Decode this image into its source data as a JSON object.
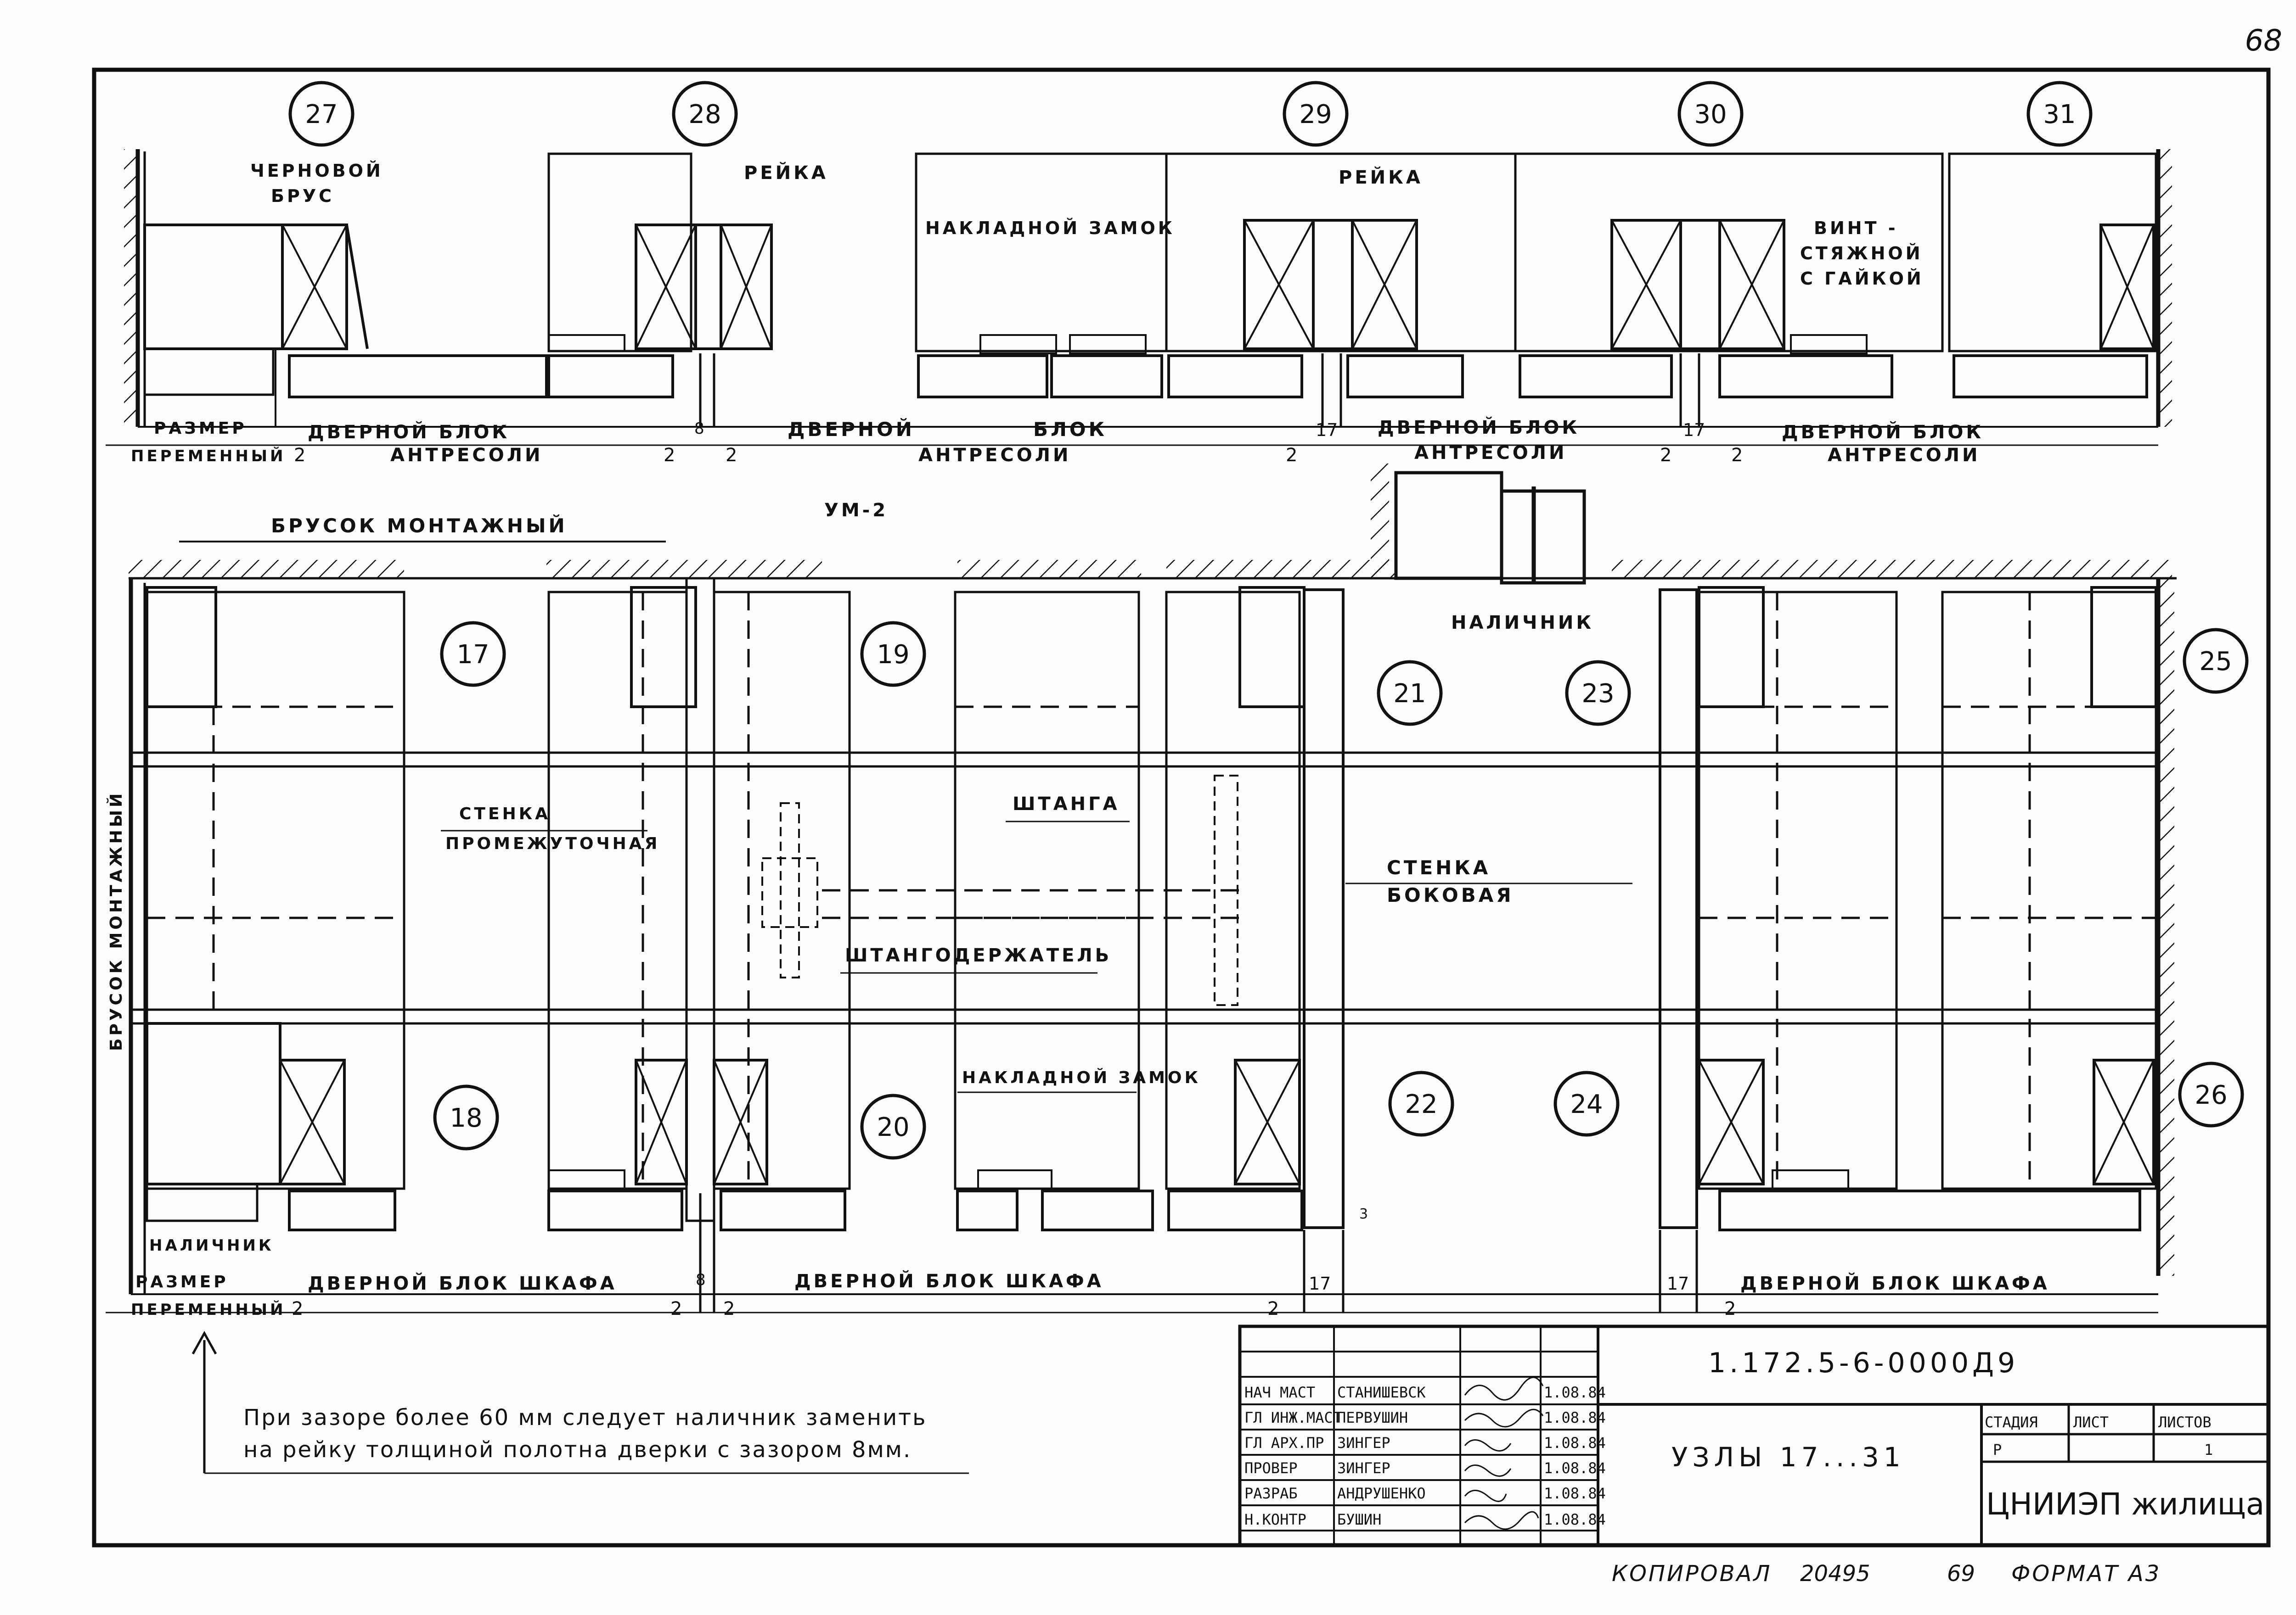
{
  "page_number": "68",
  "nodes": {
    "top": [
      "27",
      "28",
      "29",
      "30",
      "31"
    ],
    "middle": [
      "17",
      "19",
      "21",
      "23",
      "25"
    ],
    "bottom": [
      "18",
      "20",
      "22",
      "24",
      "26"
    ]
  },
  "labels": {
    "chernovoi": "ЧЕРНОВОЙ",
    "brus": "БРУС",
    "reika1": "РЕЙКА",
    "reika2": "РЕЙКА",
    "nakladnoi_zamok_top": "НАКЛАДНОЙ ЗАМОК",
    "vint": "ВИНТ -",
    "styazhnoi": "СТЯЖНОЙ",
    "s_gaikoi": "С ГАЙКОЙ",
    "razmer_top": "РАЗМЕР",
    "peremennyi_top": "ПЕРЕМЕННЫЙ",
    "dvernoi_blok_top1": "ДВЕРНОЙ БЛОК",
    "antresoli_1": "АНТРЕСОЛИ",
    "dvernoi_blok_top2": "ДВЕРНОЙ",
    "blok_top2": "БЛОК",
    "antresoli_2": "АНТРЕСОЛИ",
    "dvernoi_blok_top3": "ДВЕРНОЙ БЛОК",
    "antresoli_3": "АНТРЕСОЛИ",
    "dvernoi_blok_top4": "ДВЕРНОЙ БЛОК",
    "antresoli_4": "АНТРЕСОЛИ",
    "brusok_montazhnyi": "БРУСОК МОНТАЖНЫЙ",
    "brusok_montazhnyi_vert": "БРУСОК МОНТАЖНЫЙ",
    "um2": "УМ-2",
    "nalichnik_mid": "НАЛИЧНИК",
    "stenka": "СТЕНКА",
    "promezhutochnaya": "ПРОМЕЖУТОЧНАЯ",
    "shtanga": "ШТАНГА",
    "shtangoderzhatel": "ШТАНГОДЕРЖАТЕЛЬ",
    "stenka_bokovaya_1": "СТЕНКА",
    "stenka_bokovaya_2": "БОКОВАЯ",
    "nakladnoi_zamok_bot": "НАКЛАДНОЙ ЗАМОК",
    "nalichnik_bot": "НАЛИЧНИК",
    "razmer_bot": "РАЗМЕР",
    "peremennyi_bot": "ПЕРЕМЕННЫЙ",
    "dvernoi_blok_shkafa_1": "ДВЕРНОЙ БЛОК ШКАФА",
    "dvernoi_blok_shkafa_2": "ДВЕРНОЙ БЛОК ШКАФА",
    "dvernoi_blok_shkafa_3": "ДВЕРНОЙ БЛОК ШКАФА"
  },
  "dimensions": {
    "top": [
      "2",
      "2",
      "8",
      "2",
      "2",
      "17",
      "2",
      "17",
      "2"
    ],
    "bottom": [
      "2",
      "2",
      "8",
      "2",
      "2",
      "17",
      "17",
      "2"
    ],
    "gap3": "3"
  },
  "note": {
    "line1": "При зазоре более 60 мм следует наличник заменить",
    "line2": "на рейку толщиной полотна дверки с зазором 8мм."
  },
  "title_block": {
    "doc_code": "1.172.5-6-0000Д9",
    "title": "УЗЛЫ 17...31",
    "headers": [
      "СТАДИЯ",
      "ЛИСТ",
      "ЛИСТОВ"
    ],
    "stage": "Р",
    "sheets": "1",
    "org": "ЦНИИЭП жилища",
    "signatures": [
      {
        "role": "НАЧ МАСТ",
        "name": "СТАНИШЕВСК",
        "date": "1.08.84"
      },
      {
        "role": "ГЛ ИНЖ.МАСТ",
        "name": "ПЕРВУШИН",
        "date": "1.08.84"
      },
      {
        "role": "ГЛ АРХ.ПР",
        "name": "ЗИНГЕР",
        "date": "1.08.84"
      },
      {
        "role": "ПРОВЕР",
        "name": "ЗИНГЕР",
        "date": "1.08.84"
      },
      {
        "role": "РАЗРАБ",
        "name": "АНДРУШЕНКО",
        "date": "1.08.84"
      },
      {
        "role": "Н.КОНТР",
        "name": "БУШИН",
        "date": "1.08.84"
      }
    ]
  },
  "footer": {
    "copy": "КОПИРОВАЛ",
    "order": "20495",
    "num": "69",
    "format": "ФОРМАТ А3"
  }
}
